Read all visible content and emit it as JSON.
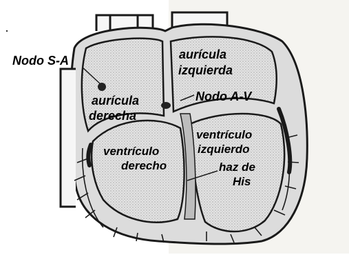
{
  "labels": {
    "sa_node": "Nodo S-A",
    "av_node": "Nodo A-V",
    "right_atrium": [
      "aurícula",
      "derecha"
    ],
    "left_atrium": [
      "aurícula",
      "izquierda"
    ],
    "right_ventricle": [
      "ventrículo",
      "derecho"
    ],
    "left_ventricle": [
      "ventrículo",
      "izquierdo"
    ],
    "bundle_his": [
      "haz de",
      "His"
    ]
  },
  "colors": {
    "ink": "#1a1a1a",
    "tissue_fill": "#d9d9d9",
    "paper": "#f1efe9"
  }
}
